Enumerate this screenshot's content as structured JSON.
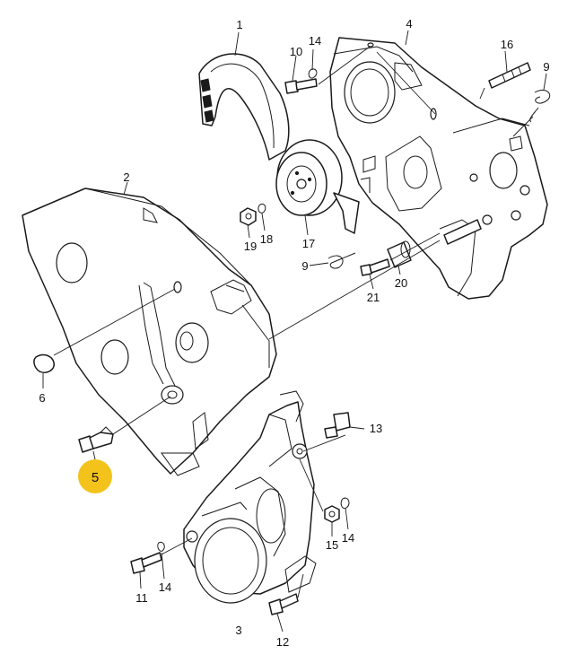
{
  "diagram": {
    "highlight_color": "#f3c21b",
    "parts": [
      {
        "id": "p1",
        "number": "1"
      },
      {
        "id": "p2",
        "number": "2"
      },
      {
        "id": "p3",
        "number": "3"
      },
      {
        "id": "p4",
        "number": "4"
      },
      {
        "id": "p5",
        "number": "5",
        "highlighted": true
      },
      {
        "id": "p6",
        "number": "6"
      },
      {
        "id": "p9a",
        "number": "9"
      },
      {
        "id": "p9b",
        "number": "9"
      },
      {
        "id": "p10",
        "number": "10"
      },
      {
        "id": "p11",
        "number": "11"
      },
      {
        "id": "p12",
        "number": "12"
      },
      {
        "id": "p13",
        "number": "13"
      },
      {
        "id": "p14a",
        "number": "14"
      },
      {
        "id": "p14b",
        "number": "14"
      },
      {
        "id": "p14c",
        "number": "14"
      },
      {
        "id": "p15",
        "number": "15"
      },
      {
        "id": "p16",
        "number": "16"
      },
      {
        "id": "p17",
        "number": "17"
      },
      {
        "id": "p18",
        "number": "18"
      },
      {
        "id": "p19",
        "number": "19"
      },
      {
        "id": "p20",
        "number": "20"
      },
      {
        "id": "p21",
        "number": "21"
      }
    ]
  }
}
